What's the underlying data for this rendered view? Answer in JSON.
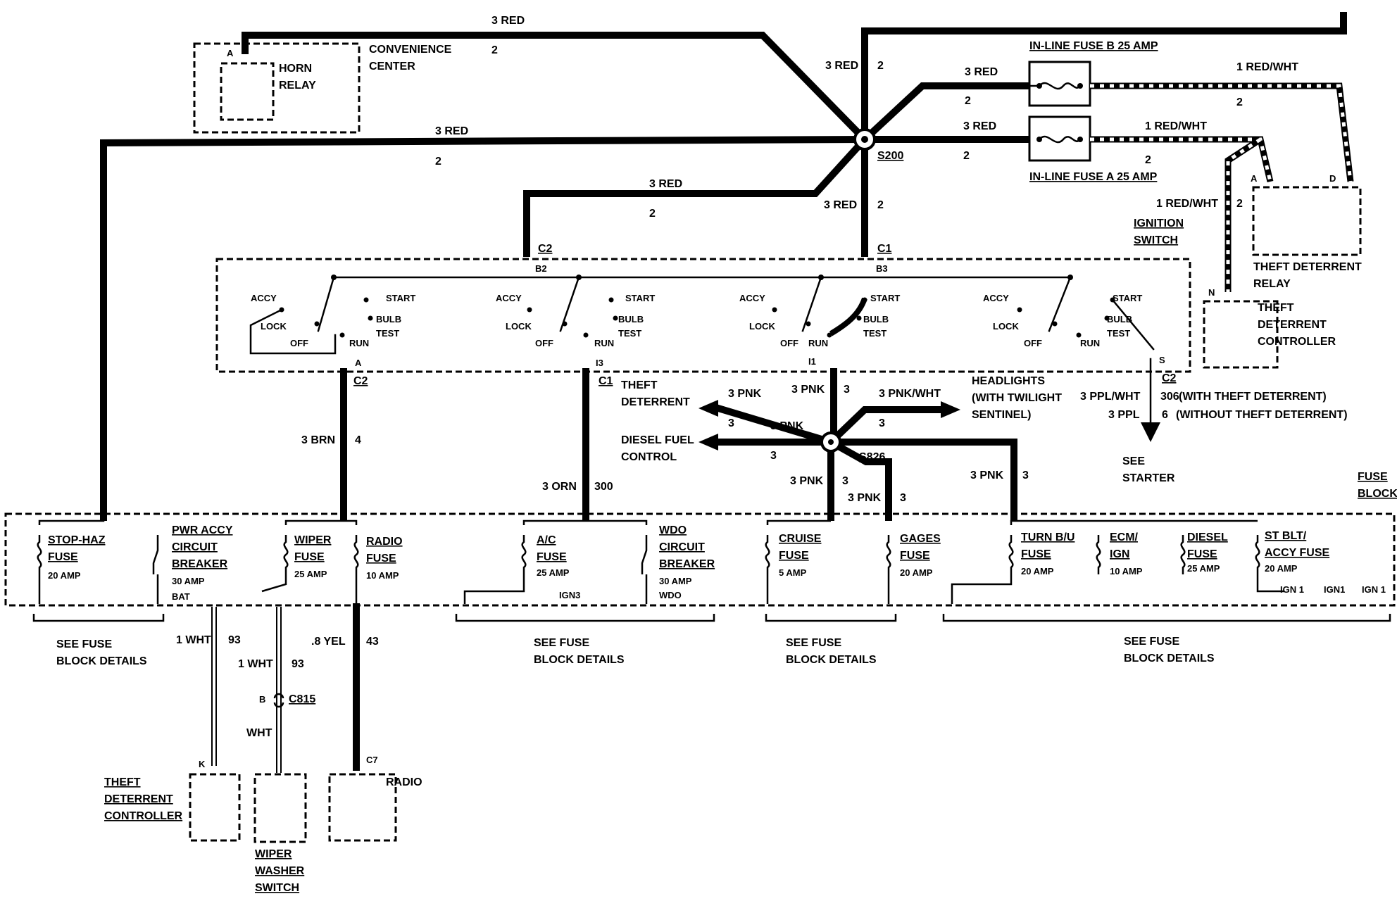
{
  "horn": {
    "relay_line1": "HORN",
    "relay_line2": "RELAY",
    "pin": "A",
    "center_line1": "CONVENIENCE",
    "center_line2": "CENTER"
  },
  "wires_top": {
    "a_color": "3 RED",
    "a_num": "2",
    "b_color": "3 RED",
    "b_num": "2",
    "c_color": "3 RED",
    "c_num": "2",
    "d_color": "3 RED",
    "d_num": "2",
    "e_color": "3 RED",
    "e_num": "2",
    "f_color": "3 RED",
    "f_num": "2",
    "g_color": "3 RED",
    "g_num": "2"
  },
  "splice_s200": "S200",
  "fuse_b": {
    "label": "IN-LINE FUSE B 25 AMP",
    "out_color": "1 RED/WHT",
    "out_num": "2"
  },
  "fuse_a": {
    "label": "IN-LINE FUSE A 25 AMP",
    "out_color": "1 RED/WHT",
    "out_num": "2"
  },
  "relay_feed": {
    "color": "1 RED/WHT",
    "num": "2"
  },
  "theft_relay": {
    "line1": "THEFT DETERRENT",
    "line2": "RELAY",
    "pin_a": "A",
    "pin_d": "D"
  },
  "theft_controller_top": {
    "line1": "THEFT",
    "line2": "DETERRENT",
    "line3": "CONTROLLER",
    "pin": "N"
  },
  "ignition_switch": {
    "line1": "IGNITION",
    "line2": "SWITCH",
    "conn_c2": "C2",
    "pin_b2": "B2",
    "conn_c1": "C1",
    "pin_b3": "B3",
    "accy": "ACCY",
    "lock": "LOCK",
    "off": "OFF",
    "run": "RUN",
    "start": "START",
    "bulb": "BULB",
    "test": "TEST"
  },
  "outputs": {
    "out_a": {
      "pin": "A",
      "conn": "C2",
      "color": "3 BRN",
      "num": "4"
    },
    "out_i3": {
      "pin": "I3",
      "conn": "C1",
      "color": "3 ORN",
      "num": "300"
    },
    "out_i1": {
      "pin": "I1",
      "color": "3 PNK",
      "num": "3"
    },
    "out_s": {
      "pin": "S",
      "conn": "C2",
      "color1": "3 PPL/WHT",
      "num1": "306",
      "note1": "(WITH THEFT DETERRENT)",
      "color2": "3 PPL",
      "num2": "6",
      "note2": "(WITHOUT THEFT DETERRENT)",
      "see1": "SEE",
      "see2": "STARTER"
    }
  },
  "s826": {
    "label": "S826",
    "theft1": "THEFT",
    "theft2": "DETERRENT",
    "theft_color": "3 PNK",
    "theft_num": "3",
    "diesel1": "DIESEL FUEL",
    "diesel2": "CONTROL",
    "diesel_num": "3",
    "center_color": "3 PNK",
    "headlights1": "HEADLIGHTS",
    "headlights2": "(WITH TWILIGHT",
    "headlights3": "SENTINEL)",
    "head_color": "3 PNK/WHT",
    "head_num": "3",
    "cruise_color": "3 PNK",
    "cruise_num": "3",
    "gages_color": "3 PNK",
    "gages_num": "3",
    "turn_color": "3 PNK",
    "turn_num": "3"
  },
  "fuse_block": {
    "title1": "FUSE",
    "title2": "BLOCK",
    "stop_haz": {
      "l1": "STOP-HAZ",
      "l2": "FUSE",
      "amp": "20 AMP"
    },
    "pwr_accy": {
      "l1": "PWR ACCY",
      "l2": "CIRCUIT",
      "l3": "BREAKER",
      "amp": "30 AMP",
      "sub": "BAT"
    },
    "wiper": {
      "l1": "WIPER",
      "l2": "FUSE",
      "amp": "25 AMP"
    },
    "radio": {
      "l1": "RADIO",
      "l2": "FUSE",
      "amp": "10 AMP"
    },
    "ac": {
      "l1": "A/C",
      "l2": "FUSE",
      "amp": "25 AMP",
      "sub": "IGN3"
    },
    "wdo": {
      "l1": "WDO",
      "l2": "CIRCUIT",
      "l3": "BREAKER",
      "amp": "30 AMP",
      "sub": "WDO"
    },
    "cruise": {
      "l1": "CRUISE",
      "l2": "FUSE",
      "amp": "5 AMP"
    },
    "gages": {
      "l1": "GAGES",
      "l2": "FUSE",
      "amp": "20 AMP"
    },
    "turn": {
      "l1": "TURN B/U",
      "l2": "FUSE",
      "amp": "20 AMP"
    },
    "ecm": {
      "l1": "ECM/",
      "l2": "IGN",
      "amp": "10 AMP"
    },
    "diesel": {
      "l1": "DIESEL",
      "l2": "FUSE",
      "amp": "25 AMP"
    },
    "st_blt": {
      "l1": "ST BLT/",
      "l2": "ACCY FUSE",
      "amp": "20 AMP",
      "ign_a": "IGN 1",
      "ign_b": "IGN1",
      "ign_c": "IGN 1"
    }
  },
  "see_fuse": {
    "l1": "SEE FUSE",
    "l2": "BLOCK DETAILS"
  },
  "bottom": {
    "w1_color": "1 WHT",
    "w1_num": "93",
    "w2_color": "1 WHT",
    "w2_num": "93",
    "c815_pin": "B",
    "c815": "C815",
    "wht": "WHT",
    "radio_color": ".8 YEL",
    "radio_num": "43",
    "tdc_pin": "K",
    "tdc_l1": "THEFT",
    "tdc_l2": "DETERRENT",
    "tdc_l3": "CONTROLLER",
    "wws_l1": "WIPER",
    "wws_l2": "WASHER",
    "wws_l3": "SWITCH",
    "radio_pin": "C7",
    "radio_label": "RADIO"
  }
}
